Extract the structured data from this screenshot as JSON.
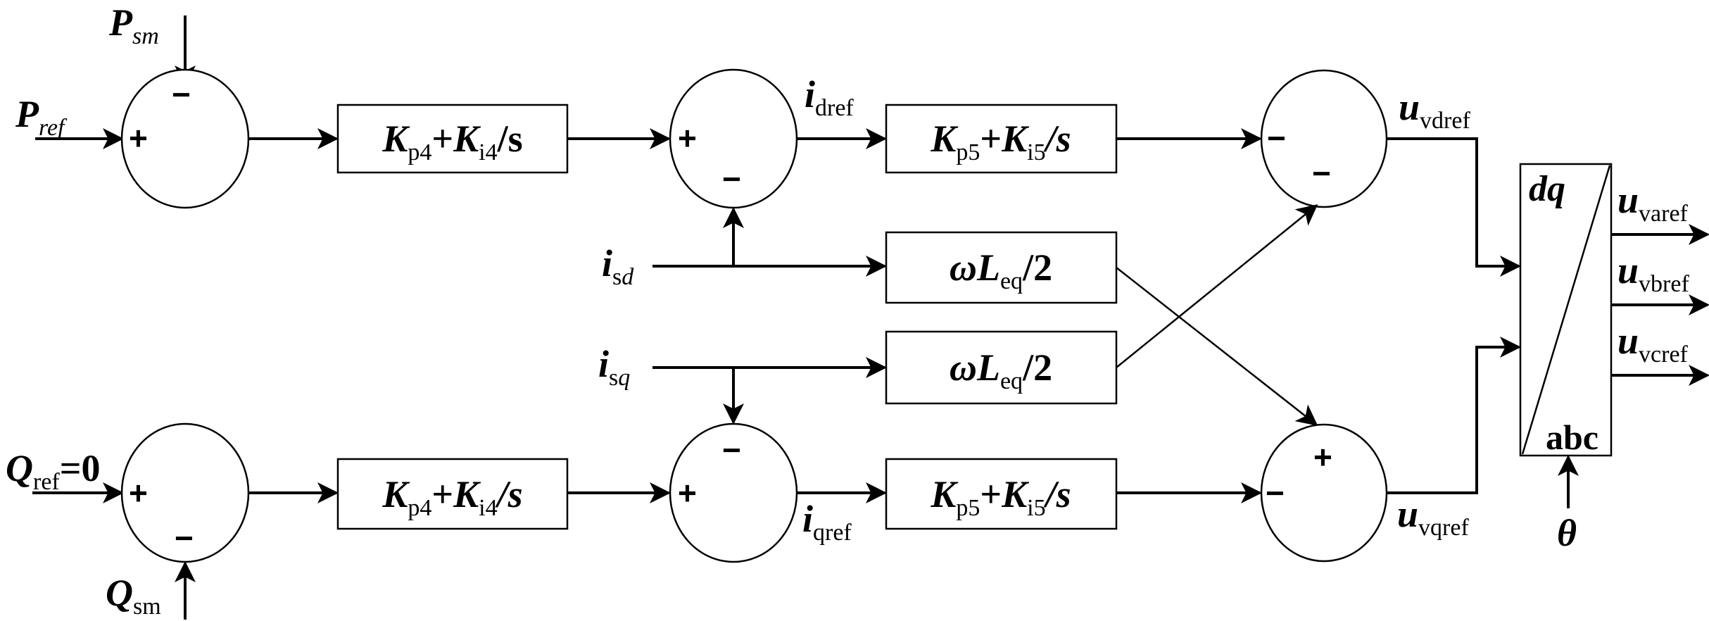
{
  "title": "dq-frame dual-loop PI control block diagram",
  "inputs": {
    "p_ref": {
      "main": "P",
      "sub": "ref"
    },
    "p_sm": {
      "main": "P",
      "sub": "sm"
    },
    "q_ref": {
      "main": "Q",
      "sub": "ref",
      "suffix": "=0"
    },
    "q_sm": {
      "main": "Q",
      "sub": "sm"
    },
    "i_sd": {
      "main": "i",
      "sub": "s",
      "sub_it": "d"
    },
    "i_sq": {
      "main": "i",
      "sub": "s",
      "sub_it": "q"
    },
    "theta": "θ"
  },
  "signals": {
    "i_dref": {
      "main": "i",
      "sub": "dref"
    },
    "i_qref": {
      "main": "i",
      "sub": "qref"
    },
    "u_vdref": {
      "main": "u",
      "sub": "vdref"
    },
    "u_vqref": {
      "main": "u",
      "sub": "vqref"
    }
  },
  "outputs": [
    {
      "main": "u",
      "sub": "varef"
    },
    {
      "main": "u",
      "sub": "vbref"
    },
    {
      "main": "u",
      "sub": "vcref"
    }
  ],
  "blocks": {
    "outer_p": {
      "k1": "K",
      "k1_sub": "p4",
      "plus": "+",
      "k2": "K",
      "k2_sub": "i4",
      "tail": "/s"
    },
    "outer_q": {
      "k1": "K",
      "k1_sub": "p4",
      "plus": "+",
      "k2": "K",
      "k2_sub": "i4",
      "tail": "/s"
    },
    "inner_d": {
      "k1": "K",
      "k1_sub": "p5",
      "plus": "+",
      "k2": "K",
      "k2_sub": "i5",
      "tail": "/s"
    },
    "inner_q": {
      "k1": "K",
      "k1_sub": "p5",
      "plus": "+",
      "k2": "K",
      "k2_sub": "i5",
      "tail": "/s"
    },
    "decouple_d": {
      "omega": "ω",
      "L": "L",
      "L_sub": "eq",
      "tail": "/2"
    },
    "decouple_q": {
      "omega": "ω",
      "L": "L",
      "L_sub": "eq",
      "tail": "/2"
    },
    "transform": {
      "top": "dq",
      "bottom": "abc"
    }
  },
  "summers": {
    "s1": {
      "left": "+",
      "top": "−"
    },
    "s2": {
      "left": "+",
      "bottom": "−"
    },
    "s3": {
      "left": "−",
      "bottom": "−"
    },
    "s4": {
      "left": "+",
      "bottom": "−"
    },
    "s5": {
      "left": "+",
      "top": "−"
    },
    "s6": {
      "left": "−",
      "top": "+"
    }
  }
}
